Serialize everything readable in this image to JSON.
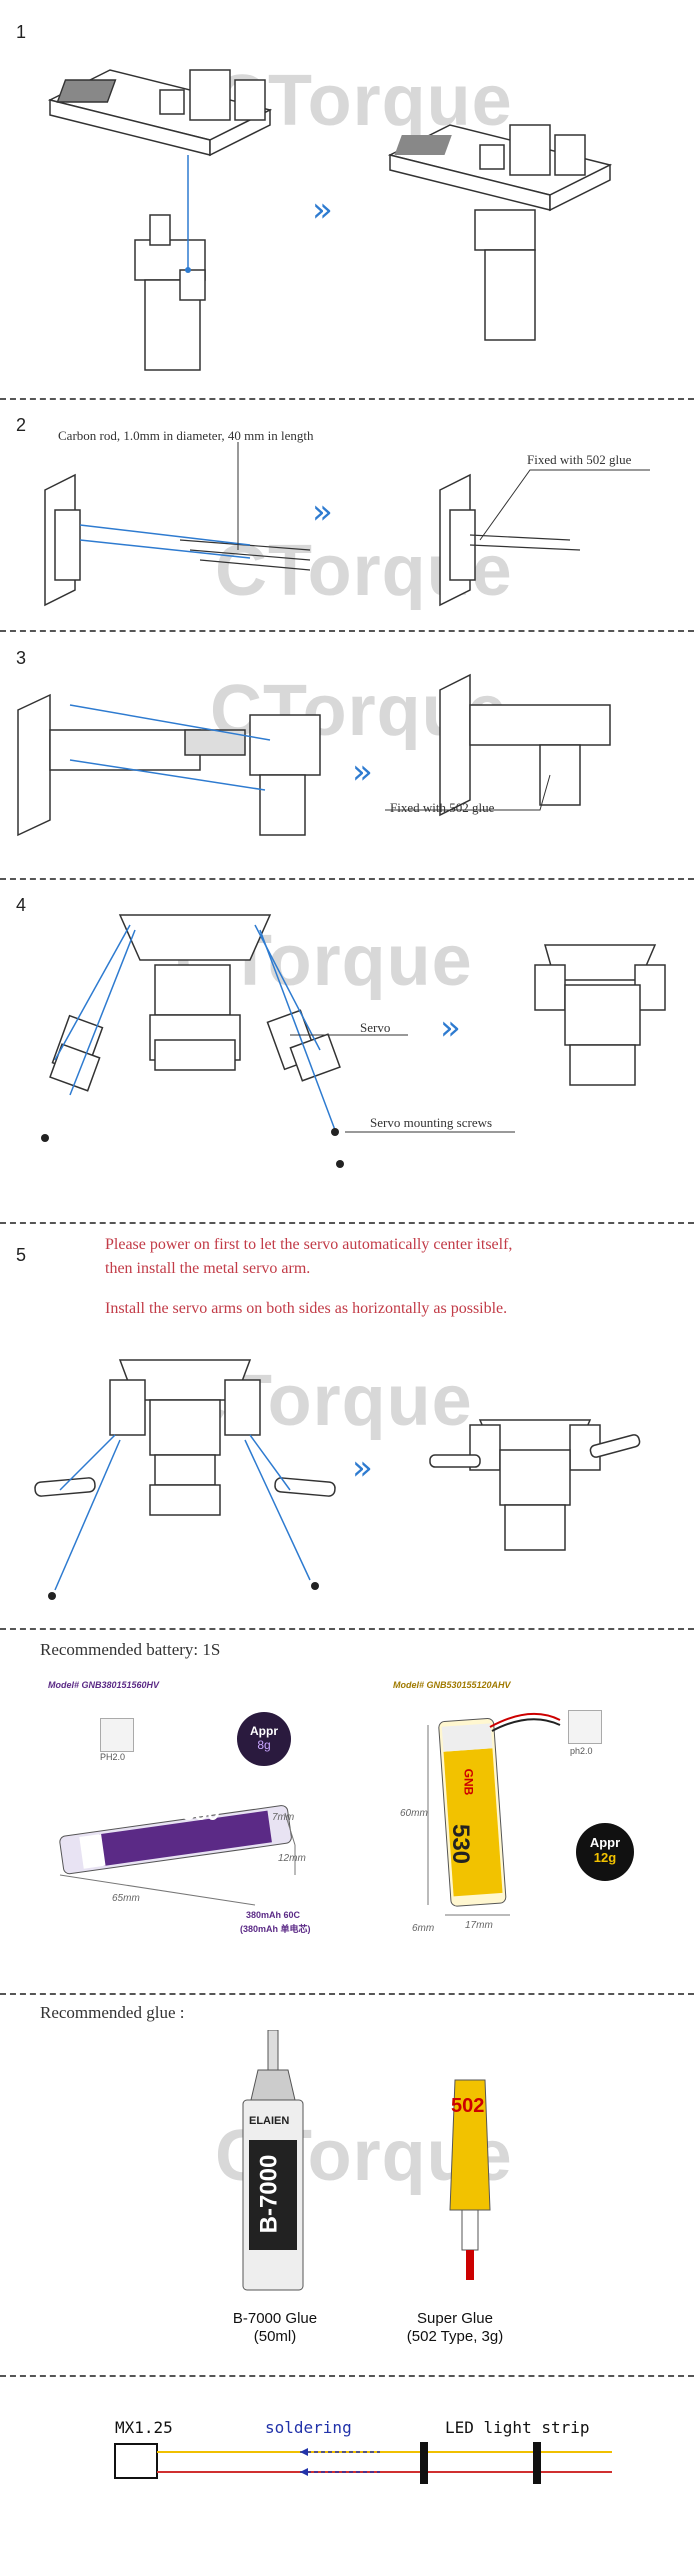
{
  "watermark": "CTorque",
  "steps": {
    "s1": {
      "num": "1"
    },
    "s2": {
      "num": "2",
      "note_rod": "Carbon rod, 1.0mm in diameter, 40 mm in length",
      "note_glue": "Fixed with 502 glue"
    },
    "s3": {
      "num": "3",
      "note_glue": "Fixed with 502 glue"
    },
    "s4": {
      "num": "4",
      "note_servo": "Servo",
      "note_screws": "Servo mounting screws"
    },
    "s5": {
      "num": "5",
      "line1": "Please power on first to let the servo automatically center itself,",
      "line2": "then install the metal servo arm.",
      "line3": "Install the servo arms on both sides as horizontally as possible."
    }
  },
  "arrow_glyph": "»",
  "battery": {
    "title": "Recommended battery: 1S",
    "left": {
      "model": "Model# GNB380151560HV",
      "connector": "PH2.0",
      "badge_top": "Appr",
      "badge_bottom": "8g",
      "label_brand": "GNB",
      "label_cap": "380",
      "dim_len": "65mm",
      "dim_w": "12mm",
      "dim_h": "7mm",
      "spec1": "380mAh 60C",
      "spec2": "(380mAh 单电芯)"
    },
    "right": {
      "model": "Model# GNB530155120AHV",
      "connector": "ph2.0",
      "badge_top": "Appr",
      "badge_bottom": "12g",
      "label_brand": "GNB",
      "label_cap": "530",
      "dim_h": "60mm",
      "dim_w": "17mm",
      "dim_d": "6mm"
    }
  },
  "glue": {
    "title": "Recommended  glue :",
    "left": {
      "brand": "ELAIEN",
      "product": "B-7000",
      "caption1": "B-7000 Glue",
      "caption2": "(50ml)"
    },
    "right": {
      "product": "502",
      "caption1": "Super Glue",
      "caption2": "(502 Type, 3g)"
    }
  },
  "wiring": {
    "connector": "MX1.25",
    "soldering": "soldering",
    "strip": "LED light strip"
  },
  "colors": {
    "arrow": "#2e7bd0",
    "red_text": "#c23b47",
    "watermark": "#d8d8d8",
    "battery_purple": "#5b2a86",
    "battery_yellow": "#f2c200"
  }
}
